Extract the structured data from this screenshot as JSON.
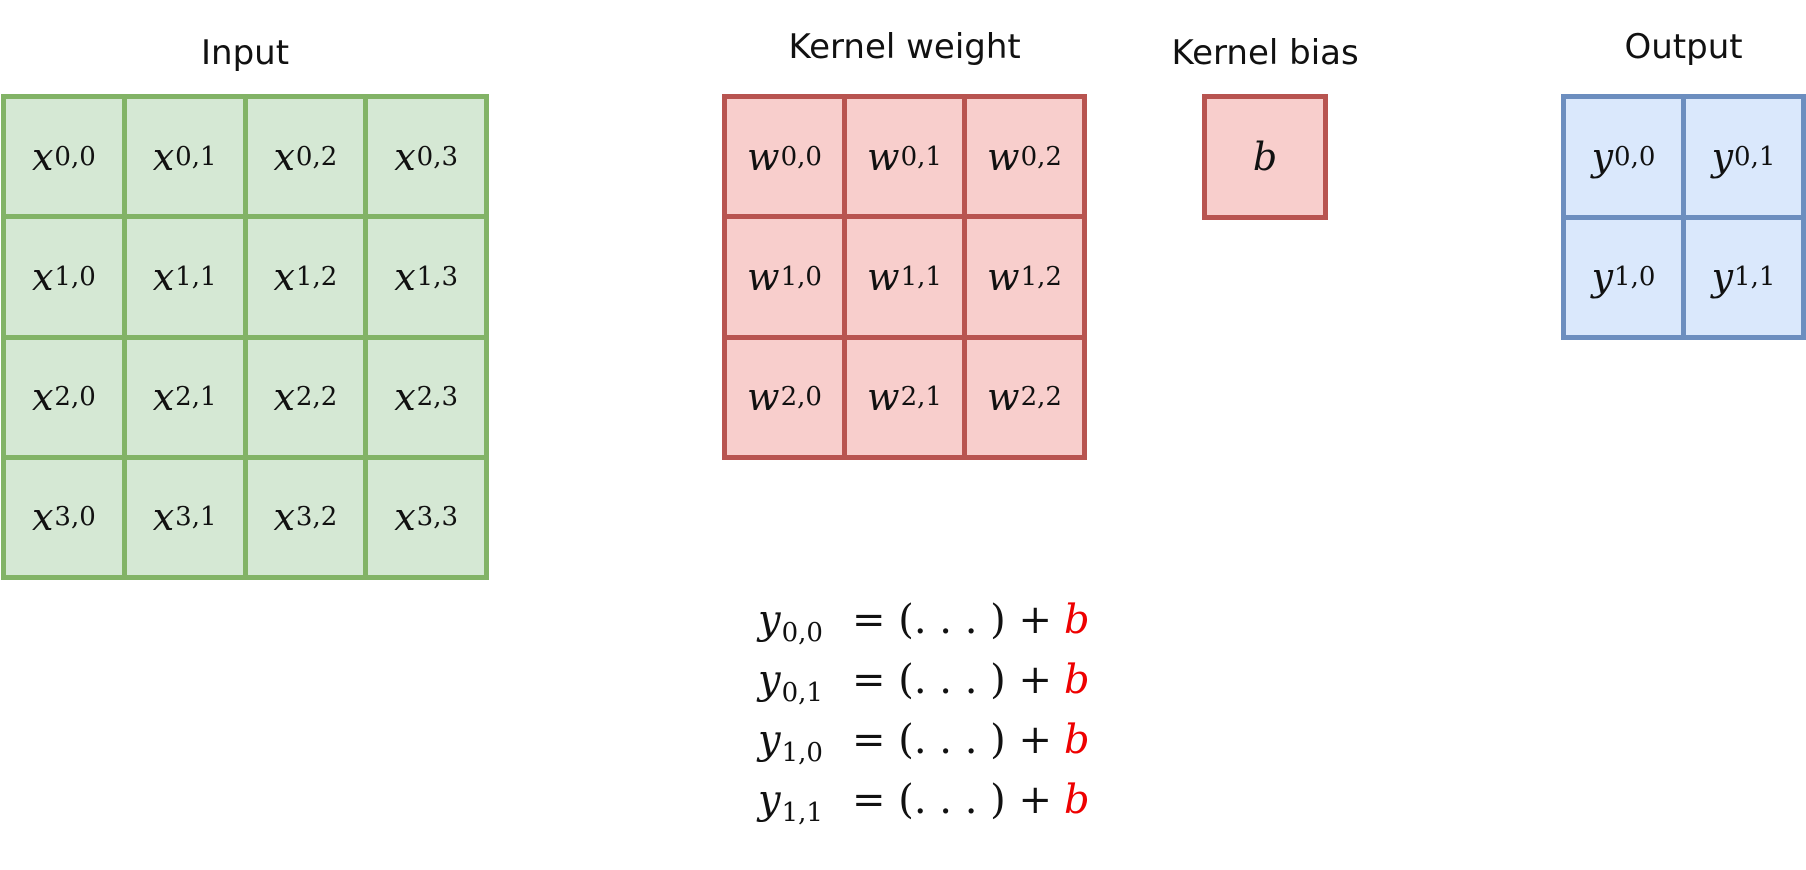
{
  "titles": {
    "input": "Input",
    "kernel_weight": "Kernel weight",
    "kernel_bias": "Kernel bias",
    "output": "Output"
  },
  "input_cells": [
    {
      "sym": "x",
      "sub": "0,0"
    },
    {
      "sym": "x",
      "sub": "0,1"
    },
    {
      "sym": "x",
      "sub": "0,2"
    },
    {
      "sym": "x",
      "sub": "0,3"
    },
    {
      "sym": "x",
      "sub": "1,0"
    },
    {
      "sym": "x",
      "sub": "1,1"
    },
    {
      "sym": "x",
      "sub": "1,2"
    },
    {
      "sym": "x",
      "sub": "1,3"
    },
    {
      "sym": "x",
      "sub": "2,0"
    },
    {
      "sym": "x",
      "sub": "2,1"
    },
    {
      "sym": "x",
      "sub": "2,2"
    },
    {
      "sym": "x",
      "sub": "2,3"
    },
    {
      "sym": "x",
      "sub": "3,0"
    },
    {
      "sym": "x",
      "sub": "3,1"
    },
    {
      "sym": "x",
      "sub": "3,2"
    },
    {
      "sym": "x",
      "sub": "3,3"
    }
  ],
  "weight_cells": [
    {
      "sym": "w",
      "sub": "0,0"
    },
    {
      "sym": "w",
      "sub": "0,1"
    },
    {
      "sym": "w",
      "sub": "0,2"
    },
    {
      "sym": "w",
      "sub": "1,0"
    },
    {
      "sym": "w",
      "sub": "1,1"
    },
    {
      "sym": "w",
      "sub": "1,2"
    },
    {
      "sym": "w",
      "sub": "2,0"
    },
    {
      "sym": "w",
      "sub": "2,1"
    },
    {
      "sym": "w",
      "sub": "2,2"
    }
  ],
  "bias_cell": {
    "sym": "b"
  },
  "output_cells": [
    {
      "sym": "y",
      "sub": "0,0"
    },
    {
      "sym": "y",
      "sub": "0,1"
    },
    {
      "sym": "y",
      "sub": "1,0"
    },
    {
      "sym": "y",
      "sub": "1,1"
    }
  ],
  "equations": [
    {
      "lhs_sym": "y",
      "lhs_sub": "0,0",
      "mid": "= (. . . ) +",
      "bias": "b"
    },
    {
      "lhs_sym": "y",
      "lhs_sub": "0,1",
      "mid": "= (. . . ) +",
      "bias": "b"
    },
    {
      "lhs_sym": "y",
      "lhs_sub": "1,0",
      "mid": "= (. . . ) +",
      "bias": "b"
    },
    {
      "lhs_sym": "y",
      "lhs_sub": "1,1",
      "mid": "= (. . . ) +",
      "bias": "b"
    }
  ],
  "colors": {
    "input_fill": "#d5e8d4",
    "input_stroke": "#82b366",
    "kernel_fill": "#f8cecc",
    "kernel_stroke": "#b85450",
    "output_fill": "#dae8fc",
    "output_stroke": "#6c8ebf",
    "bias_highlight": "#ee0000"
  }
}
